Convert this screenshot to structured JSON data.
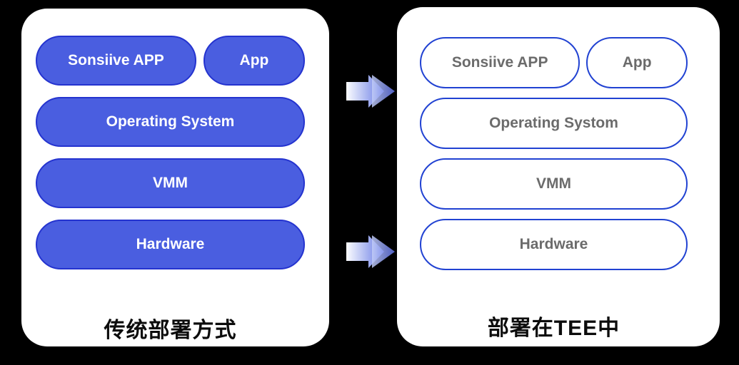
{
  "diagram": {
    "left_panel": {
      "title": "传统部署方式",
      "layers": {
        "app_main": "Sonsiive APP",
        "app_side": "App",
        "os": "Operating System",
        "vmm": "VMM",
        "hardware": "Hardware"
      }
    },
    "right_panel": {
      "title": "部署在TEE中",
      "layers": {
        "app_main": "Sonsiive APP",
        "app_side": "App",
        "os": "Operating Systom",
        "vmm": "VMM",
        "hardware": "Hardware"
      }
    },
    "colors": {
      "background": "#000000",
      "panel_background": "#ffffff",
      "filled_pill_fill": "#4a5ee0",
      "filled_pill_border": "#2433cf",
      "filled_pill_text": "#ffffff",
      "outlined_pill_fill": "#ffffff",
      "outlined_pill_border": "#2142d2",
      "outlined_pill_text": "#6b6b6b",
      "title_text": "#0c0c0c",
      "arrow_gradient_light": "#fcfdff",
      "arrow_gradient_dark": "#6476e8"
    }
  }
}
